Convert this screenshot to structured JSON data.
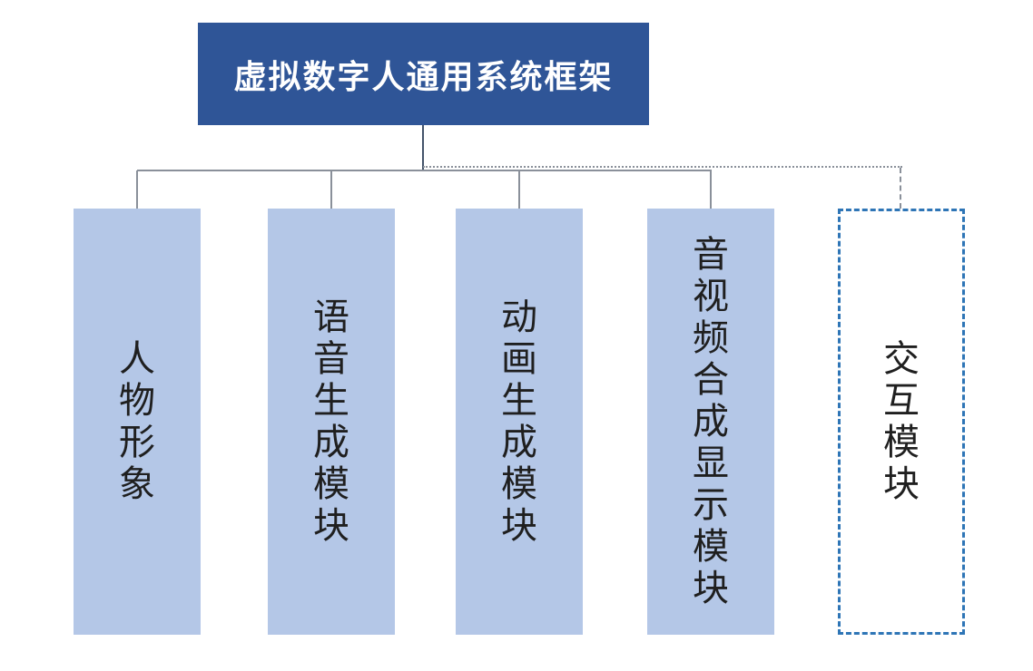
{
  "diagram": {
    "title": "虚拟数字人通用系统框架",
    "modules": [
      {
        "label": "人物形象",
        "style": "solid"
      },
      {
        "label": "语音生成模块",
        "style": "solid"
      },
      {
        "label": "动画生成模块",
        "style": "solid"
      },
      {
        "label": "音视频合成显示模块",
        "style": "solid"
      },
      {
        "label": "交互模块",
        "style": "dashed"
      }
    ],
    "colors": {
      "title_background": "#2F5597",
      "title_text": "#FFFFFF",
      "module_background": "#B4C7E7",
      "module_text": "#1F1F1F",
      "dashed_border": "#2E75B6",
      "connector_gray": "#8A909A",
      "connector_dark": "#44546A"
    }
  }
}
